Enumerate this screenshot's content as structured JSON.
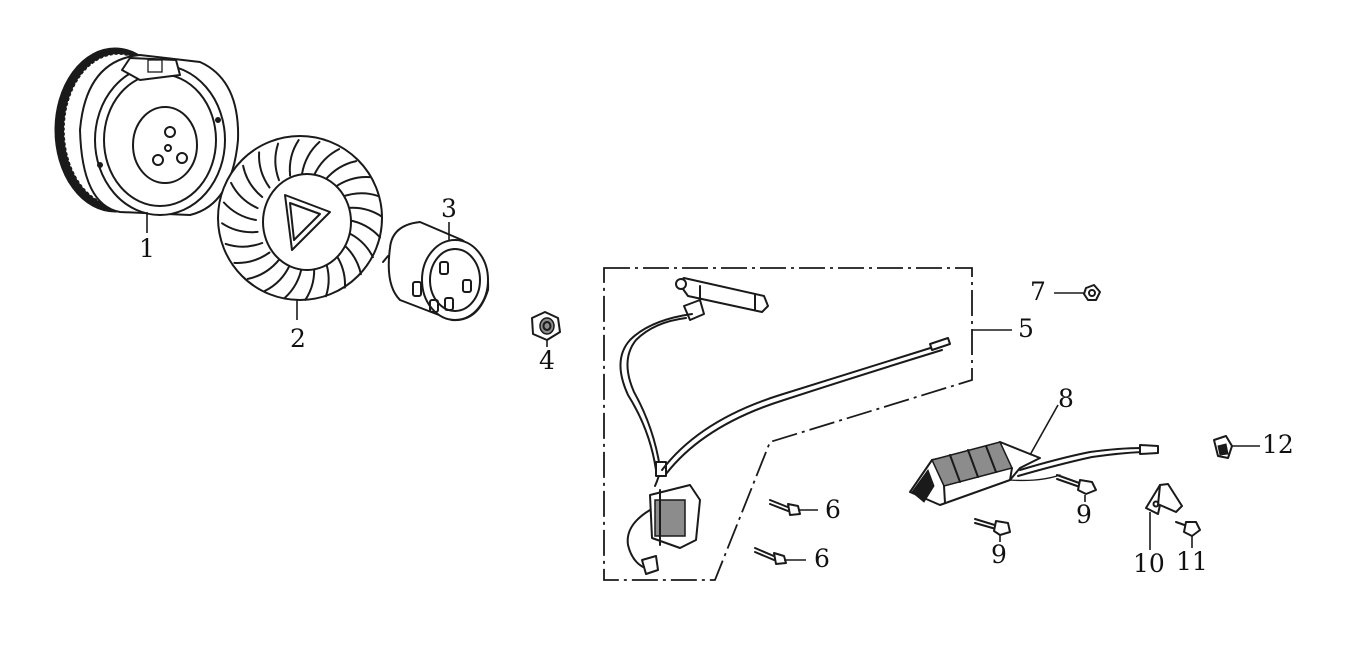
{
  "callouts": [
    "1",
    "2",
    "3",
    "4",
    "5",
    "6",
    "6",
    "7",
    "8",
    "9",
    "9",
    "10",
    "11",
    "12"
  ]
}
